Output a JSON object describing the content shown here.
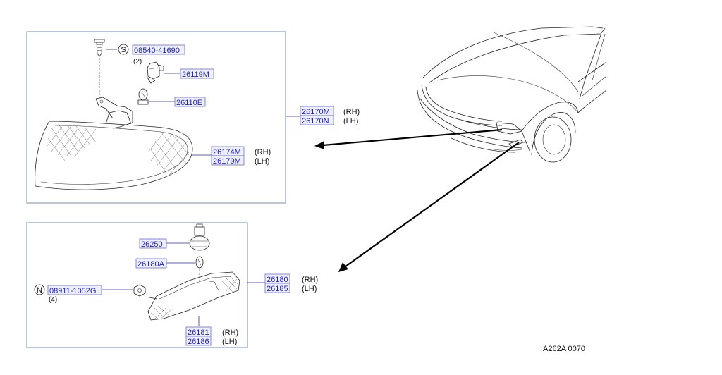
{
  "top_panel": {
    "screw_symbol": "S",
    "screw_part": "08540-41690",
    "screw_qty": "(2)",
    "socket_part": "26119M",
    "bulb_part": "26110E",
    "assy_rh_part": "26170M",
    "assy_rh_side": "(RH)",
    "assy_lh_part": "26170N",
    "assy_lh_side": "(LH)",
    "lens_rh_part": "26174M",
    "lens_rh_side": "(RH)",
    "lens_lh_part": "26179M",
    "lens_lh_side": "(LH)"
  },
  "bottom_panel": {
    "socket_part": "26250",
    "bulb_part": "26180A",
    "nut_symbol": "N",
    "nut_part": "08911-1052G",
    "nut_qty": "(4)",
    "assy_rh_part": "26180",
    "assy_rh_side": "(RH)",
    "assy_lh_part": "26185",
    "assy_lh_side": "(LH)",
    "lens_rh_part": "26181",
    "lens_rh_side": "(RH)",
    "lens_lh_part": "26186",
    "lens_lh_side": "(LH)"
  },
  "diagram_code": "A262A  0070",
  "colors": {
    "part_link": "#2020c0",
    "frame": "#8aa0c8",
    "arrow": "#000000"
  },
  "icons": [
    "screw-icon",
    "bulb-socket-icon",
    "bulb-icon",
    "corner-lamp-icon",
    "side-marker-lamp-icon",
    "nut-icon",
    "car-front-icon"
  ]
}
